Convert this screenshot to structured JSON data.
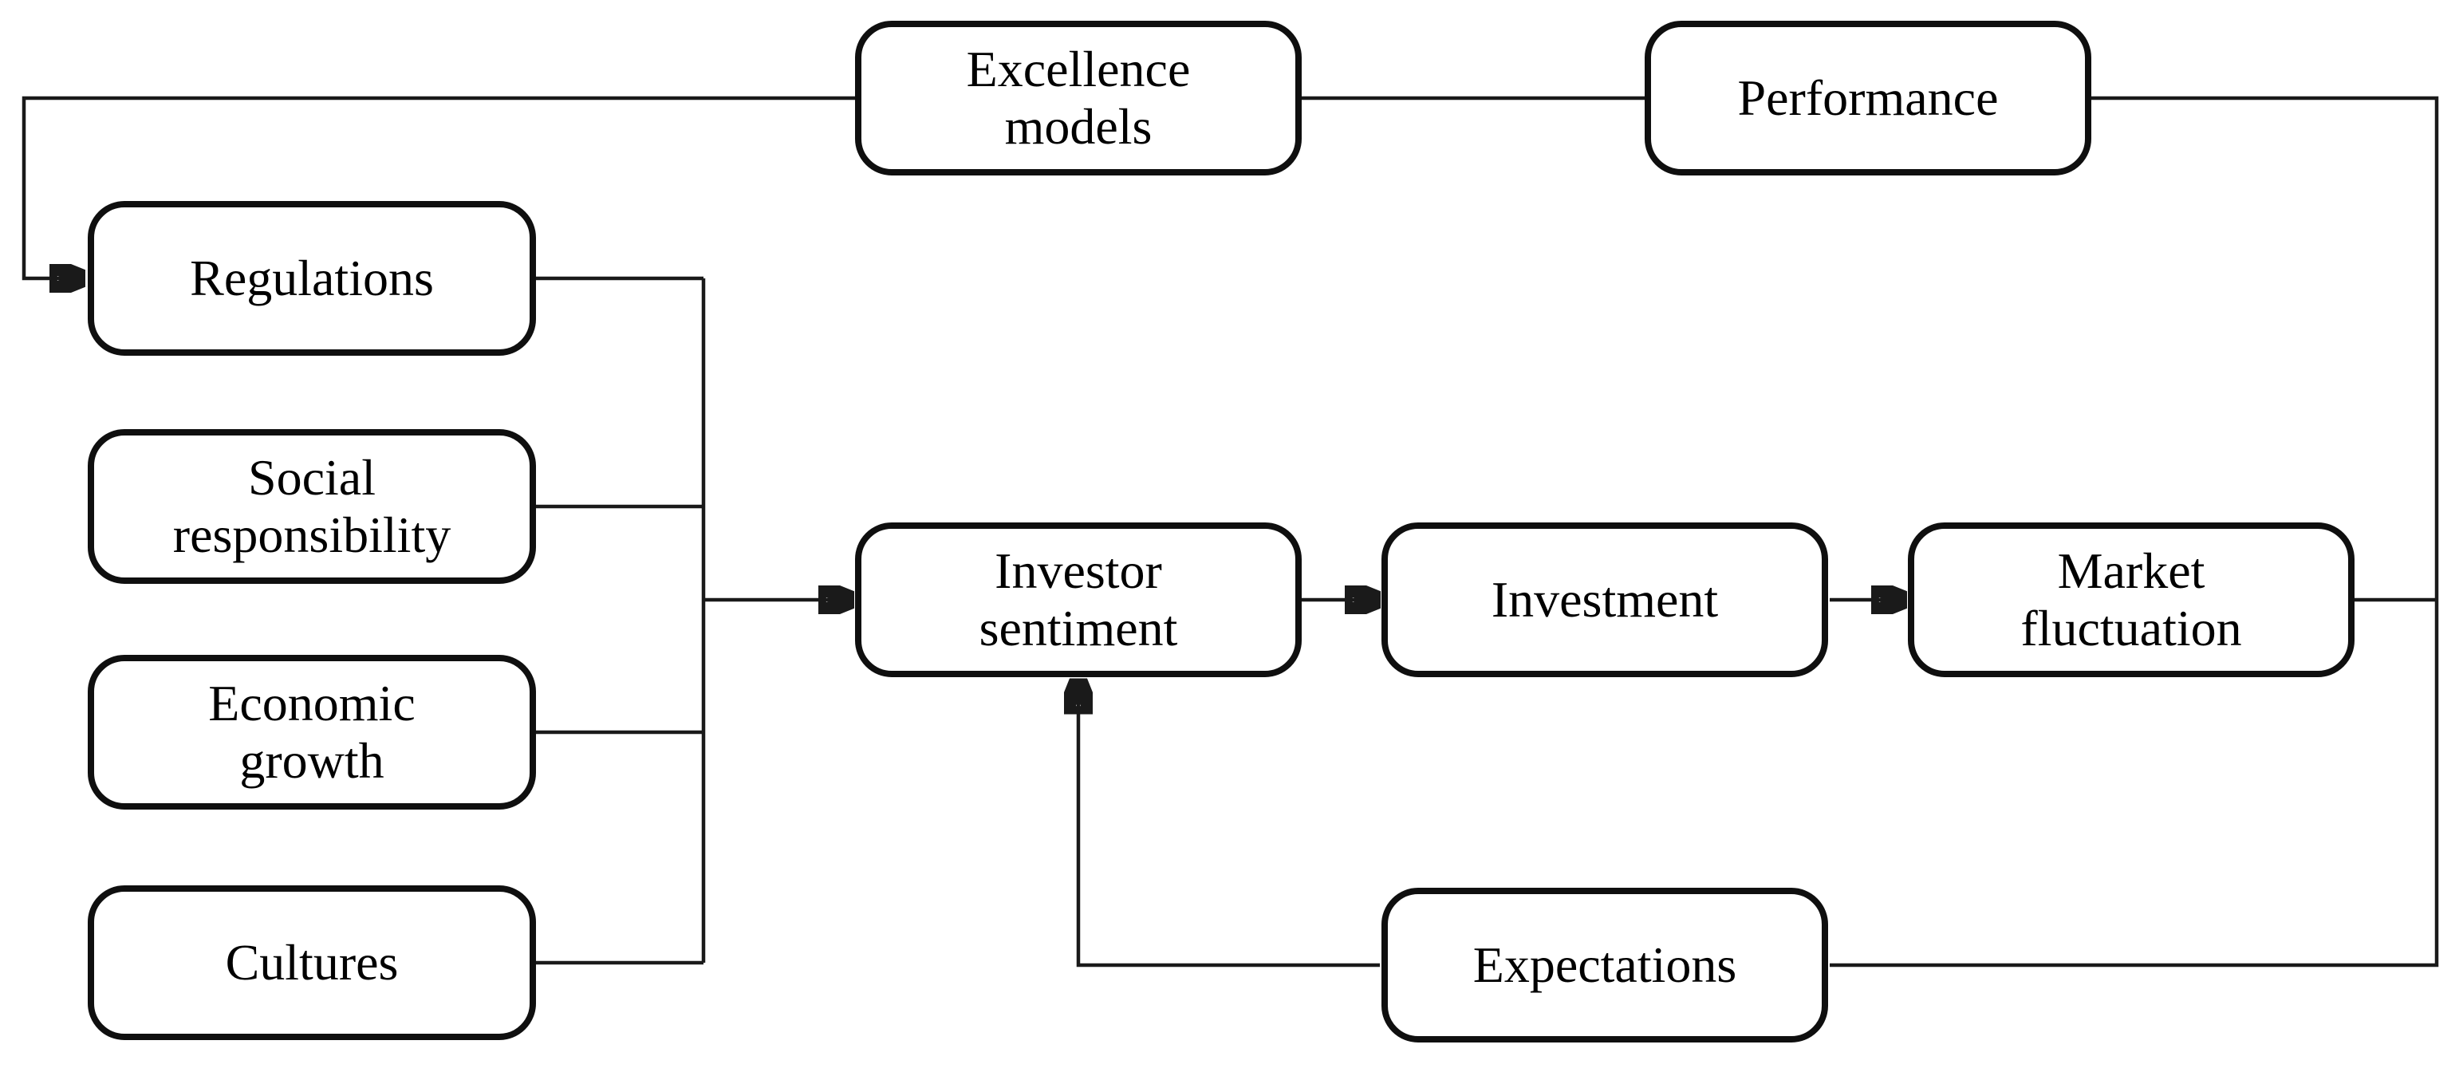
{
  "diagram": {
    "type": "flowchart",
    "background": "#ffffff",
    "colors": {
      "line": "#1a1a1a",
      "node_border": "#0f0f0f",
      "node_fill": "#ffffff",
      "text": "#000000"
    },
    "nodes": {
      "excellence_models": {
        "label": "Excellence models"
      },
      "performance": {
        "label": "Performance"
      },
      "regulations": {
        "label": "Regulations"
      },
      "social_responsibility": {
        "label": "Social responsibility"
      },
      "economic_growth": {
        "label": "Economic growth"
      },
      "cultures": {
        "label": "Cultures"
      },
      "investor_sentiment": {
        "label": "Investor sentiment"
      },
      "investment": {
        "label": "Investment"
      },
      "market_fluctuation": {
        "label": "Market fluctuation"
      },
      "expectations": {
        "label": "Expectations"
      }
    },
    "edges": [
      {
        "from": "excellence_models",
        "to": "regulations",
        "arrow": true,
        "route": "left-top loop"
      },
      {
        "from": "performance",
        "to": "excellence_models",
        "arrow": false,
        "route": "top"
      },
      {
        "from": "market_fluctuation",
        "to": "performance",
        "arrow": false,
        "route": "right rail up"
      },
      {
        "from": "market_fluctuation",
        "to": "expectations",
        "arrow": false,
        "route": "right rail down"
      },
      {
        "from": "regulations",
        "to": "investor_sentiment",
        "arrow": true,
        "route": "collector"
      },
      {
        "from": "social_responsibility",
        "to": "investor_sentiment",
        "arrow": true,
        "route": "collector"
      },
      {
        "from": "economic_growth",
        "to": "investor_sentiment",
        "arrow": true,
        "route": "collector"
      },
      {
        "from": "cultures",
        "to": "investor_sentiment",
        "arrow": true,
        "route": "collector"
      },
      {
        "from": "investor_sentiment",
        "to": "investment",
        "arrow": true,
        "route": "direct"
      },
      {
        "from": "investment",
        "to": "market_fluctuation",
        "arrow": true,
        "route": "direct"
      },
      {
        "from": "expectations",
        "to": "investor_sentiment",
        "arrow": true,
        "route": "bottom, up into box"
      }
    ]
  }
}
